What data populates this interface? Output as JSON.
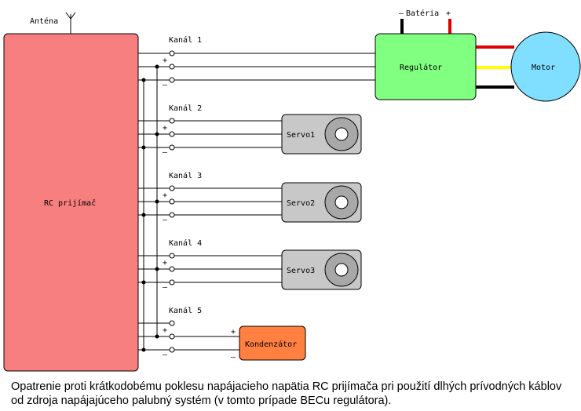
{
  "antenna_label": "Anténa",
  "receiver_label": "RC prijímač",
  "channels": [
    {
      "label": "Kanál 1",
      "device": "Regulátor"
    },
    {
      "label": "Kanál 2",
      "device": "Servo1"
    },
    {
      "label": "Kanál 3",
      "device": "Servo2"
    },
    {
      "label": "Kanál 4",
      "device": "Servo3"
    },
    {
      "label": "Kanál 5",
      "device": "Kondenzátor"
    }
  ],
  "regulator_label": "Regulátor",
  "motor_label": "Motor",
  "battery_label": "Batéria",
  "battery_minus": "–",
  "battery_plus": "+",
  "capacitor_label": "Kondenzátor",
  "plus_sign": "+",
  "minus_sign": "–",
  "caption": "Opatrenie proti krátkodobému poklesu napájacieho napätia RC prijímača pri použití dlhých prívodných káblov od zdroja napájajúceho palubný systém (v tomto prípade BECu regulátora).",
  "colors": {
    "receiver": "#f77f7f",
    "regulator": "#80ff80",
    "motor": "#80dfff",
    "servo": "#c8c8c8",
    "capacitor": "#ff8040",
    "motor_wire_red": "#e00000",
    "motor_wire_yellow": "#ffff00",
    "motor_wire_black": "#000000"
  }
}
